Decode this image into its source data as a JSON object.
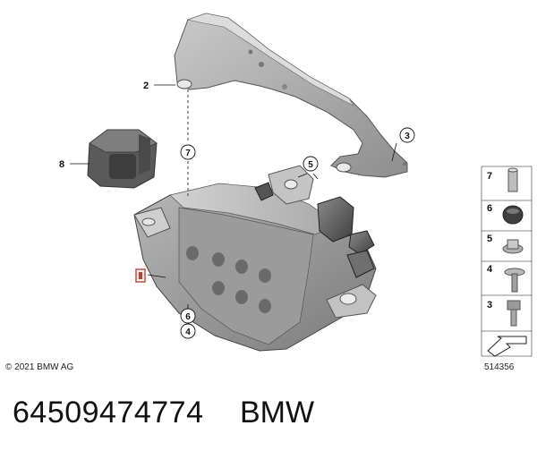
{
  "diagram": {
    "copyright": "© 2021 BMW AG",
    "drawing_number": "514356",
    "part_number": "64509474774",
    "brand": "BMW",
    "callouts": {
      "c2": "2",
      "c3": "3",
      "c8": "8",
      "c7": "7",
      "c5": "5",
      "c6": "6",
      "c4": "4"
    },
    "legend": [
      "7",
      "6",
      "5",
      "4",
      "3"
    ]
  }
}
